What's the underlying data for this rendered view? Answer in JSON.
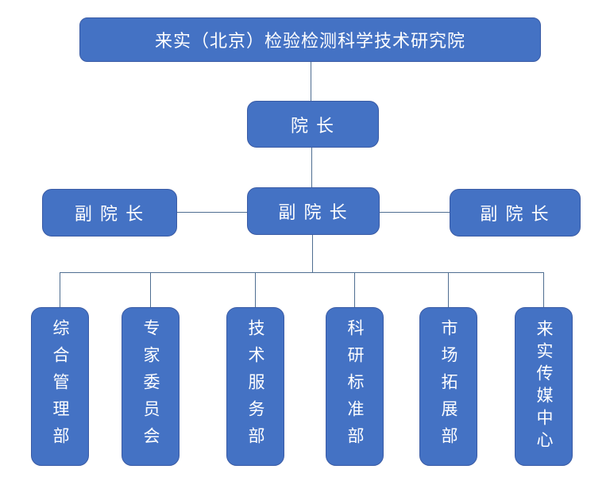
{
  "org": {
    "root": {
      "label": "来实（北京）检验检测科学技术研究院"
    },
    "director": {
      "label": "院 长"
    },
    "deputies": [
      {
        "label": "副 院 长"
      },
      {
        "label": "副 院 长"
      },
      {
        "label": "副 院 长"
      }
    ],
    "departments": [
      {
        "label": "综合管理部"
      },
      {
        "label": "专家委员会"
      },
      {
        "label": "技术服务部"
      },
      {
        "label": "科研标准部"
      },
      {
        "label": "市场拓展部"
      },
      {
        "label": "来实传媒中心"
      }
    ]
  },
  "colors": {
    "box_fill": "#4472C4",
    "box_border": "#3A5BA5",
    "connector": "#4F6E91",
    "text": "#FFFFFF",
    "background": "#FFFFFF"
  }
}
